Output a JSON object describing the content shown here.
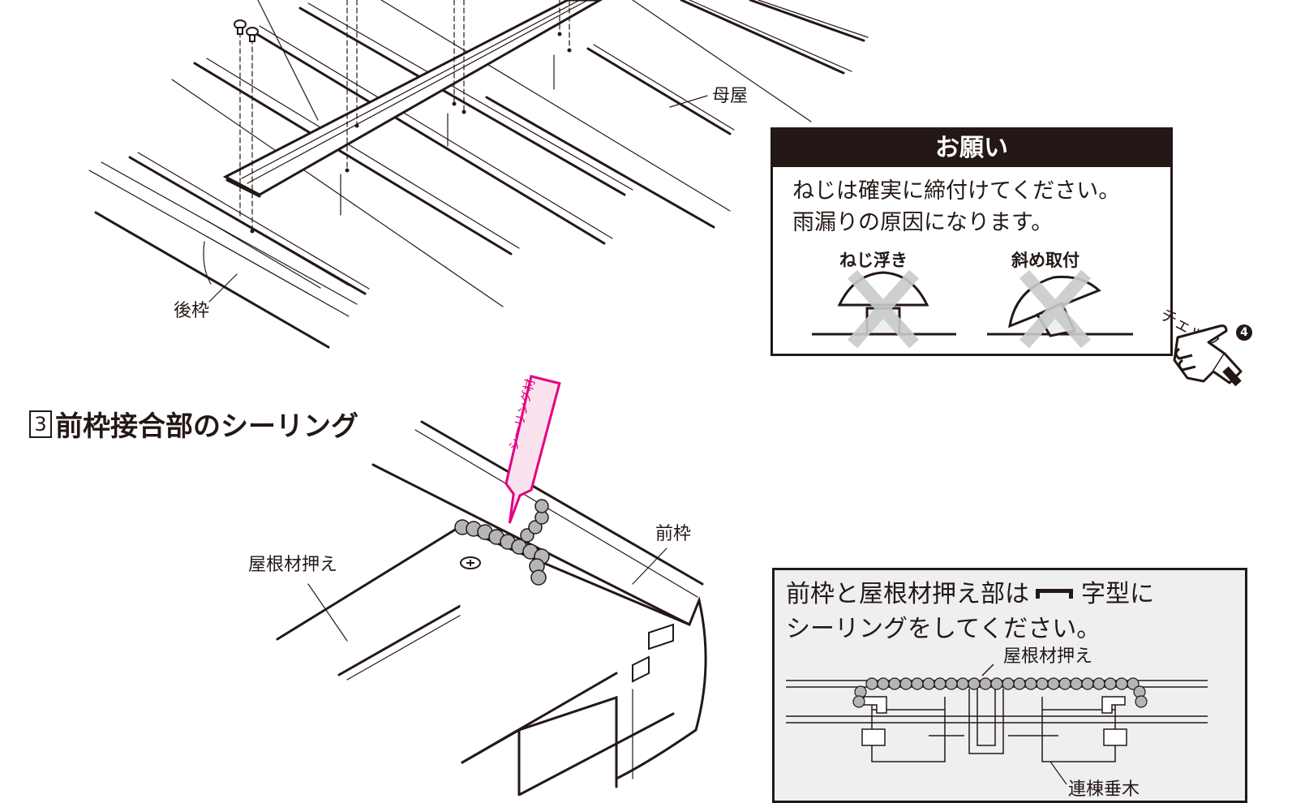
{
  "top_diagram": {
    "purlin_label": "母屋",
    "rear_frame_label": "後枠"
  },
  "request_box": {
    "title": "お願い",
    "line1": "ねじは確実に締付けてください。",
    "line2": "雨漏りの原因になります。",
    "bad_example_1": "ねじ浮き",
    "bad_example_2": "斜め取付"
  },
  "check_badge": {
    "label": "チェック",
    "number": "4"
  },
  "section": {
    "number": "3",
    "title": "前枠接合部のシーリング"
  },
  "sealant_tube": {
    "label": "シーリング材",
    "color": "#e4007f"
  },
  "bottom_diagram": {
    "roof_holder_label": "屋根材押え",
    "front_frame_label": "前枠"
  },
  "note_box": {
    "text_prefix": "前枠と屋根材押え部は",
    "text_suffix": "字型に",
    "line2": "シーリングをしてください。",
    "roof_holder_label": "屋根材押え",
    "rafter_label": "連棟垂木"
  },
  "colors": {
    "ink": "#231815",
    "seal_bead": "#b5b5b6",
    "note_bg": "#efeff0",
    "cross": "#c9caca"
  }
}
